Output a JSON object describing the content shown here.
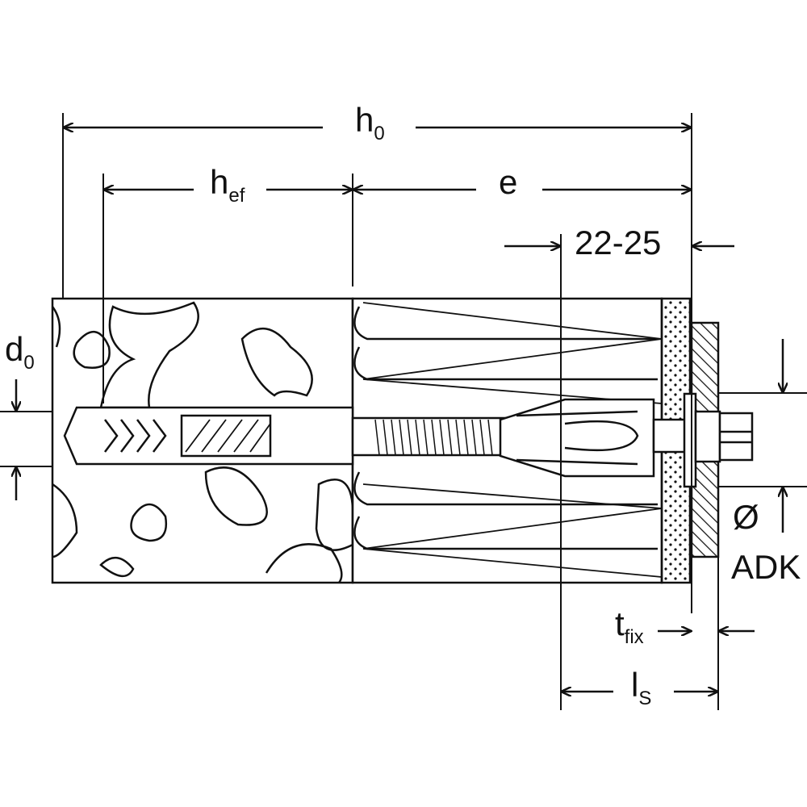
{
  "labels": {
    "h0": {
      "main": "h",
      "sub": "0"
    },
    "hef": {
      "main": "h",
      "sub": "ef"
    },
    "e": "e",
    "range": "22-25",
    "d0": {
      "main": "d",
      "sub": "0"
    },
    "adk_symbol": "Ø",
    "adk": "ADK",
    "tfix": {
      "main": "t",
      "sub": "fix"
    },
    "ls": {
      "main": "l",
      "sub": "S"
    }
  },
  "colors": {
    "line": "#111111",
    "fill": "#ffffff"
  }
}
